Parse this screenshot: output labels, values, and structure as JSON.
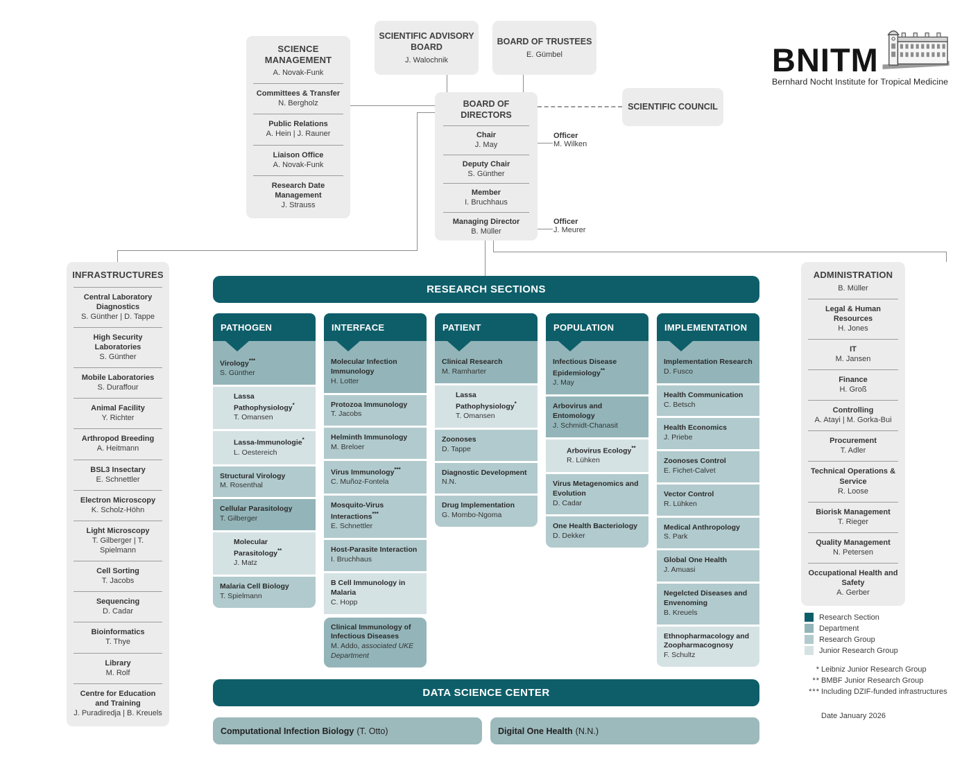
{
  "logo": {
    "acronym": "BNITM",
    "tagline": "Bernhard Nocht Institute for Tropical Medicine"
  },
  "science_management": {
    "title": "SCIENCE MANAGEMENT",
    "head": "A. Novak-Funk",
    "items": [
      {
        "title": "Committees & Transfer",
        "name": "N. Bergholz"
      },
      {
        "title": "Public Relations",
        "name": "A. Hein | J. Rauner"
      },
      {
        "title": "Liaison Office",
        "name": "A. Novak-Funk"
      },
      {
        "title": "Research Date Management",
        "name": "J. Strauss"
      }
    ]
  },
  "advisory_board": {
    "title": "SCIENTIFIC ADVISORY BOARD",
    "name": "J. Walochnik"
  },
  "trustees": {
    "title": "BOARD OF TRUSTEES",
    "name": "E. Gümbel"
  },
  "scientific_council": {
    "title": "SCIENTIFIC COUNCIL"
  },
  "board_of_directors": {
    "title": "BOARD OF DIRECTORS",
    "rows": [
      {
        "title": "Chair",
        "name": "J. May"
      },
      {
        "title": "Deputy Chair",
        "name": "S. Günther"
      },
      {
        "title": "Member",
        "name": "I. Bruchhaus"
      },
      {
        "title": "Managing Director",
        "name": "B. Müller"
      }
    ]
  },
  "officers": [
    {
      "role": "Officer",
      "name": "M. Wilken"
    },
    {
      "role": "Officer",
      "name": "J. Meurer"
    }
  ],
  "infrastructures": {
    "title": "INFRASTRUCTURES",
    "items": [
      {
        "title": "Central Laboratory Diagnostics",
        "name": "S. Günther | D. Tappe"
      },
      {
        "title": "High Security Laboratories",
        "name": "S. Günther"
      },
      {
        "title": "Mobile Laboratories",
        "name": "S. Duraffour"
      },
      {
        "title": "Animal Facility",
        "name": "Y. Richter"
      },
      {
        "title": "Arthropod Breeding",
        "name": "A. Heitmann"
      },
      {
        "title": "BSL3 Insectary",
        "name": "E. Schnettler"
      },
      {
        "title": "Electron Microscopy",
        "name": "K. Scholz-Höhn"
      },
      {
        "title": "Light Microscopy",
        "name": "T. Gilberger | T. Spielmann"
      },
      {
        "title": "Cell Sorting",
        "name": "T. Jacobs"
      },
      {
        "title": "Sequencing",
        "name": "D. Cadar"
      },
      {
        "title": "Bioinformatics",
        "name": "T. Thye"
      },
      {
        "title": "Library",
        "name": "M. Rolf"
      },
      {
        "title": "Centre for Education and Training",
        "name": "J. Puradiredja | B. Kreuels"
      }
    ]
  },
  "administration": {
    "title": "ADMINISTRATION",
    "head": "B. Müller",
    "items": [
      {
        "title": "Legal & Human Resources",
        "name": "H. Jones"
      },
      {
        "title": "IT",
        "name": "M. Jansen"
      },
      {
        "title": "Finance",
        "name": "H. Groß"
      },
      {
        "title": "Controlling",
        "name": "A. Atayi | M. Gorka-Bui"
      },
      {
        "title": "Procurement",
        "name": "T. Adler"
      },
      {
        "title": "Technical Operations & Service",
        "name": "R. Loose"
      },
      {
        "title": "Biorisk Management",
        "name": "T. Rieger"
      },
      {
        "title": "Quality Management",
        "name": "N. Petersen"
      },
      {
        "title": "Occupational Health and Safety",
        "name": "A. Gerber"
      }
    ]
  },
  "research_sections": {
    "title": "RESEARCH SECTIONS",
    "columns": [
      {
        "title": "PATHOGEN",
        "items": [
          {
            "title": "Virology",
            "sup": "***",
            "name": "S. Günther",
            "type": "dept"
          },
          {
            "title": "Lassa Pathophysiology",
            "sup": "*",
            "name": "T. Omansen",
            "type": "junior",
            "indent": true
          },
          {
            "title": "Lassa-Immunologie",
            "sup": "*",
            "name": "L. Oestereich",
            "type": "junior",
            "indent": true
          },
          {
            "title": "Structural Virology",
            "name": "M. Rosenthal",
            "type": "group"
          },
          {
            "title": "Cellular Parasitology",
            "name": "T. Gilberger",
            "type": "dept"
          },
          {
            "title": "Molecular Parasitology",
            "sup": "**",
            "name": "J. Matz",
            "type": "junior",
            "indent": true
          },
          {
            "title": "Malaria Cell Biology",
            "name": "T. Spielmann",
            "type": "group"
          }
        ]
      },
      {
        "title": "INTERFACE",
        "items": [
          {
            "title": "Molecular Infection Immunology",
            "name": "H. Lotter",
            "type": "dept"
          },
          {
            "title": "Protozoa Immunology",
            "name": "T. Jacobs",
            "type": "group"
          },
          {
            "title": "Helminth Immunology",
            "name": "M. Breloer",
            "type": "group"
          },
          {
            "title": "Virus Immunology",
            "sup": "***",
            "name": "C. Muñoz-Fontela",
            "type": "group"
          },
          {
            "title": "Mosquito-Virus Interactions",
            "sup": "***",
            "name": "E. Schnettler",
            "type": "group"
          },
          {
            "title": "Host-Parasite Interaction",
            "name": "I. Bruchhaus",
            "type": "group"
          },
          {
            "title": "B Cell Immunology in Malaria",
            "name": "C. Hopp",
            "type": "junior"
          },
          {
            "title": "Clinical Immunology of Infectious Diseases",
            "name": "M. Addo,",
            "name_note": "associated UKE Department",
            "type": "dept",
            "associated": true
          }
        ]
      },
      {
        "title": "PATIENT",
        "items": [
          {
            "title": "Clinical Research",
            "name": "M. Ramharter",
            "type": "dept"
          },
          {
            "title": "Lassa Pathophysiology",
            "sup": "*",
            "name": "T. Omansen",
            "type": "junior",
            "indent": true
          },
          {
            "title": "Zoonoses",
            "name": "D. Tappe",
            "type": "group"
          },
          {
            "title": "Diagnostic Development",
            "name": "N.N.",
            "type": "group"
          },
          {
            "title": "Drug Implementation",
            "name": "G. Mombo-Ngoma",
            "type": "group"
          }
        ]
      },
      {
        "title": "POPULATION",
        "items": [
          {
            "title": "Infectious Disease Epidemiology",
            "sup": "**",
            "name": "J. May",
            "type": "dept"
          },
          {
            "title": "Arbovirus and Entomology",
            "name": "J. Schmidt-Chanasit",
            "type": "dept"
          },
          {
            "title": "Arbovirus Ecology",
            "sup": "**",
            "name": "R. Lühken",
            "type": "junior",
            "indent": true
          },
          {
            "title": "Virus Metagenomics and Evolution",
            "name": "D. Cadar",
            "type": "group"
          },
          {
            "title": "One Health Bacteriology",
            "name": "D. Dekker",
            "type": "group"
          }
        ]
      },
      {
        "title": "IMPLEMENTATION",
        "items": [
          {
            "title": "Implementation Research",
            "name": "D. Fusco",
            "type": "dept"
          },
          {
            "title": "Health Communication",
            "name": "C. Betsch",
            "type": "group"
          },
          {
            "title": "Health Economics",
            "name": "J. Priebe",
            "type": "group"
          },
          {
            "title": "Zoonoses Control",
            "name": "E. Fichet-Calvet",
            "type": "group"
          },
          {
            "title": "Vector Control",
            "name": "R. Lühken",
            "type": "group"
          },
          {
            "title": "Medical Anthropology",
            "name": "S. Park",
            "type": "group"
          },
          {
            "title": "Global One Health",
            "name": "J. Amuasi",
            "type": "group"
          },
          {
            "title": "Negelcted Diseases and Envenoming",
            "name": "B. Kreuels",
            "type": "group"
          },
          {
            "title": "Ethnopharmacology and Zoopharmacognosy",
            "name": "F. Schultz",
            "type": "junior"
          }
        ]
      }
    ]
  },
  "data_science_center": {
    "title": "DATA SCIENCE CENTER",
    "items": [
      {
        "title": "Computational Infection Biology",
        "suffix": "(T. Otto)"
      },
      {
        "title": "Digital One Health",
        "suffix": "(N.N.)"
      }
    ]
  },
  "legend": {
    "entries": [
      {
        "label": "Research Section",
        "color": "#0e5e69"
      },
      {
        "label": "Department",
        "color": "#93b5b9"
      },
      {
        "label": "Research Group",
        "color": "#b1cacd"
      },
      {
        "label": "Junior Research Group",
        "color": "#d5e2e4"
      }
    ],
    "footnotes": [
      {
        "sup": "*",
        "label": "Leibniz Junior Research Group"
      },
      {
        "sup": "**",
        "label": "BMBF Junior Research Group"
      },
      {
        "sup": "***",
        "label": "Including DZIF-funded infrastructures"
      }
    ],
    "date": "Date January 2026"
  }
}
